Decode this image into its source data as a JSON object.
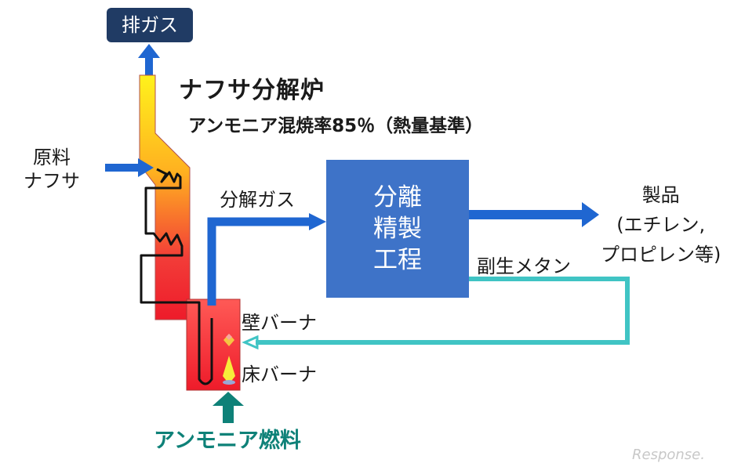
{
  "exhaust_label": "排ガス",
  "title": "ナフサ分解炉",
  "subtitle": "アンモニア混焼率85％（熱量基準）",
  "raw_material": [
    "原料",
    "ナフサ"
  ],
  "cracked_gas_label": "分解ガス",
  "separation_process": [
    "分離",
    "精製",
    "工程"
  ],
  "products": [
    "製品",
    "(エチレン,",
    "プロピレン等)"
  ],
  "byproduct_label": "副生メタン",
  "wall_burner_label": "壁バーナ",
  "floor_burner_label": "床バーナ",
  "fuel_label": "アンモニア燃料",
  "logo": "Response.",
  "colors": {
    "exhaust_badge": "#203b64",
    "blue_flow": "#1f66d1",
    "separation_box": "#3e73c8",
    "methane_line": "#40c4c4",
    "fuel_arrow": "#0e8178",
    "furnace_hot": "#ef1b2b",
    "furnace_cool": "#fff21c"
  }
}
